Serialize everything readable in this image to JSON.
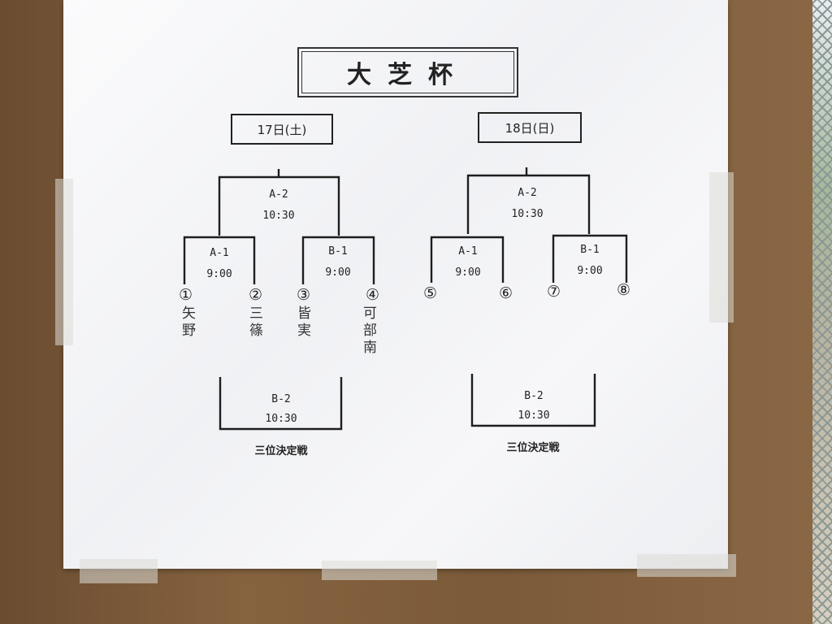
{
  "title": "大芝杯",
  "days": [
    {
      "date": "17日(土)",
      "final": {
        "label": "A-2",
        "time": "10:30"
      },
      "semi_left": {
        "label": "A-1",
        "time": "9:00"
      },
      "semi_right": {
        "label": "B-1",
        "time": "9:00"
      },
      "seeds": [
        "①",
        "②",
        "③",
        "④"
      ],
      "teams": [
        "矢野",
        "三篠",
        "皆実",
        "可部南"
      ],
      "third": {
        "label": "B-2",
        "time": "10:30",
        "caption": "三位決定戦"
      }
    },
    {
      "date": "18日(日)",
      "final": {
        "label": "A-2",
        "time": "10:30"
      },
      "semi_left": {
        "label": "A-1",
        "time": "9:00"
      },
      "semi_right": {
        "label": "B-1",
        "time": "9:00"
      },
      "seeds": [
        "⑤",
        "⑥",
        "⑦",
        "⑧"
      ],
      "teams": [
        "",
        "",
        "",
        ""
      ],
      "third": {
        "label": "B-2",
        "time": "10:30",
        "caption": "三位決定戦"
      }
    }
  ]
}
